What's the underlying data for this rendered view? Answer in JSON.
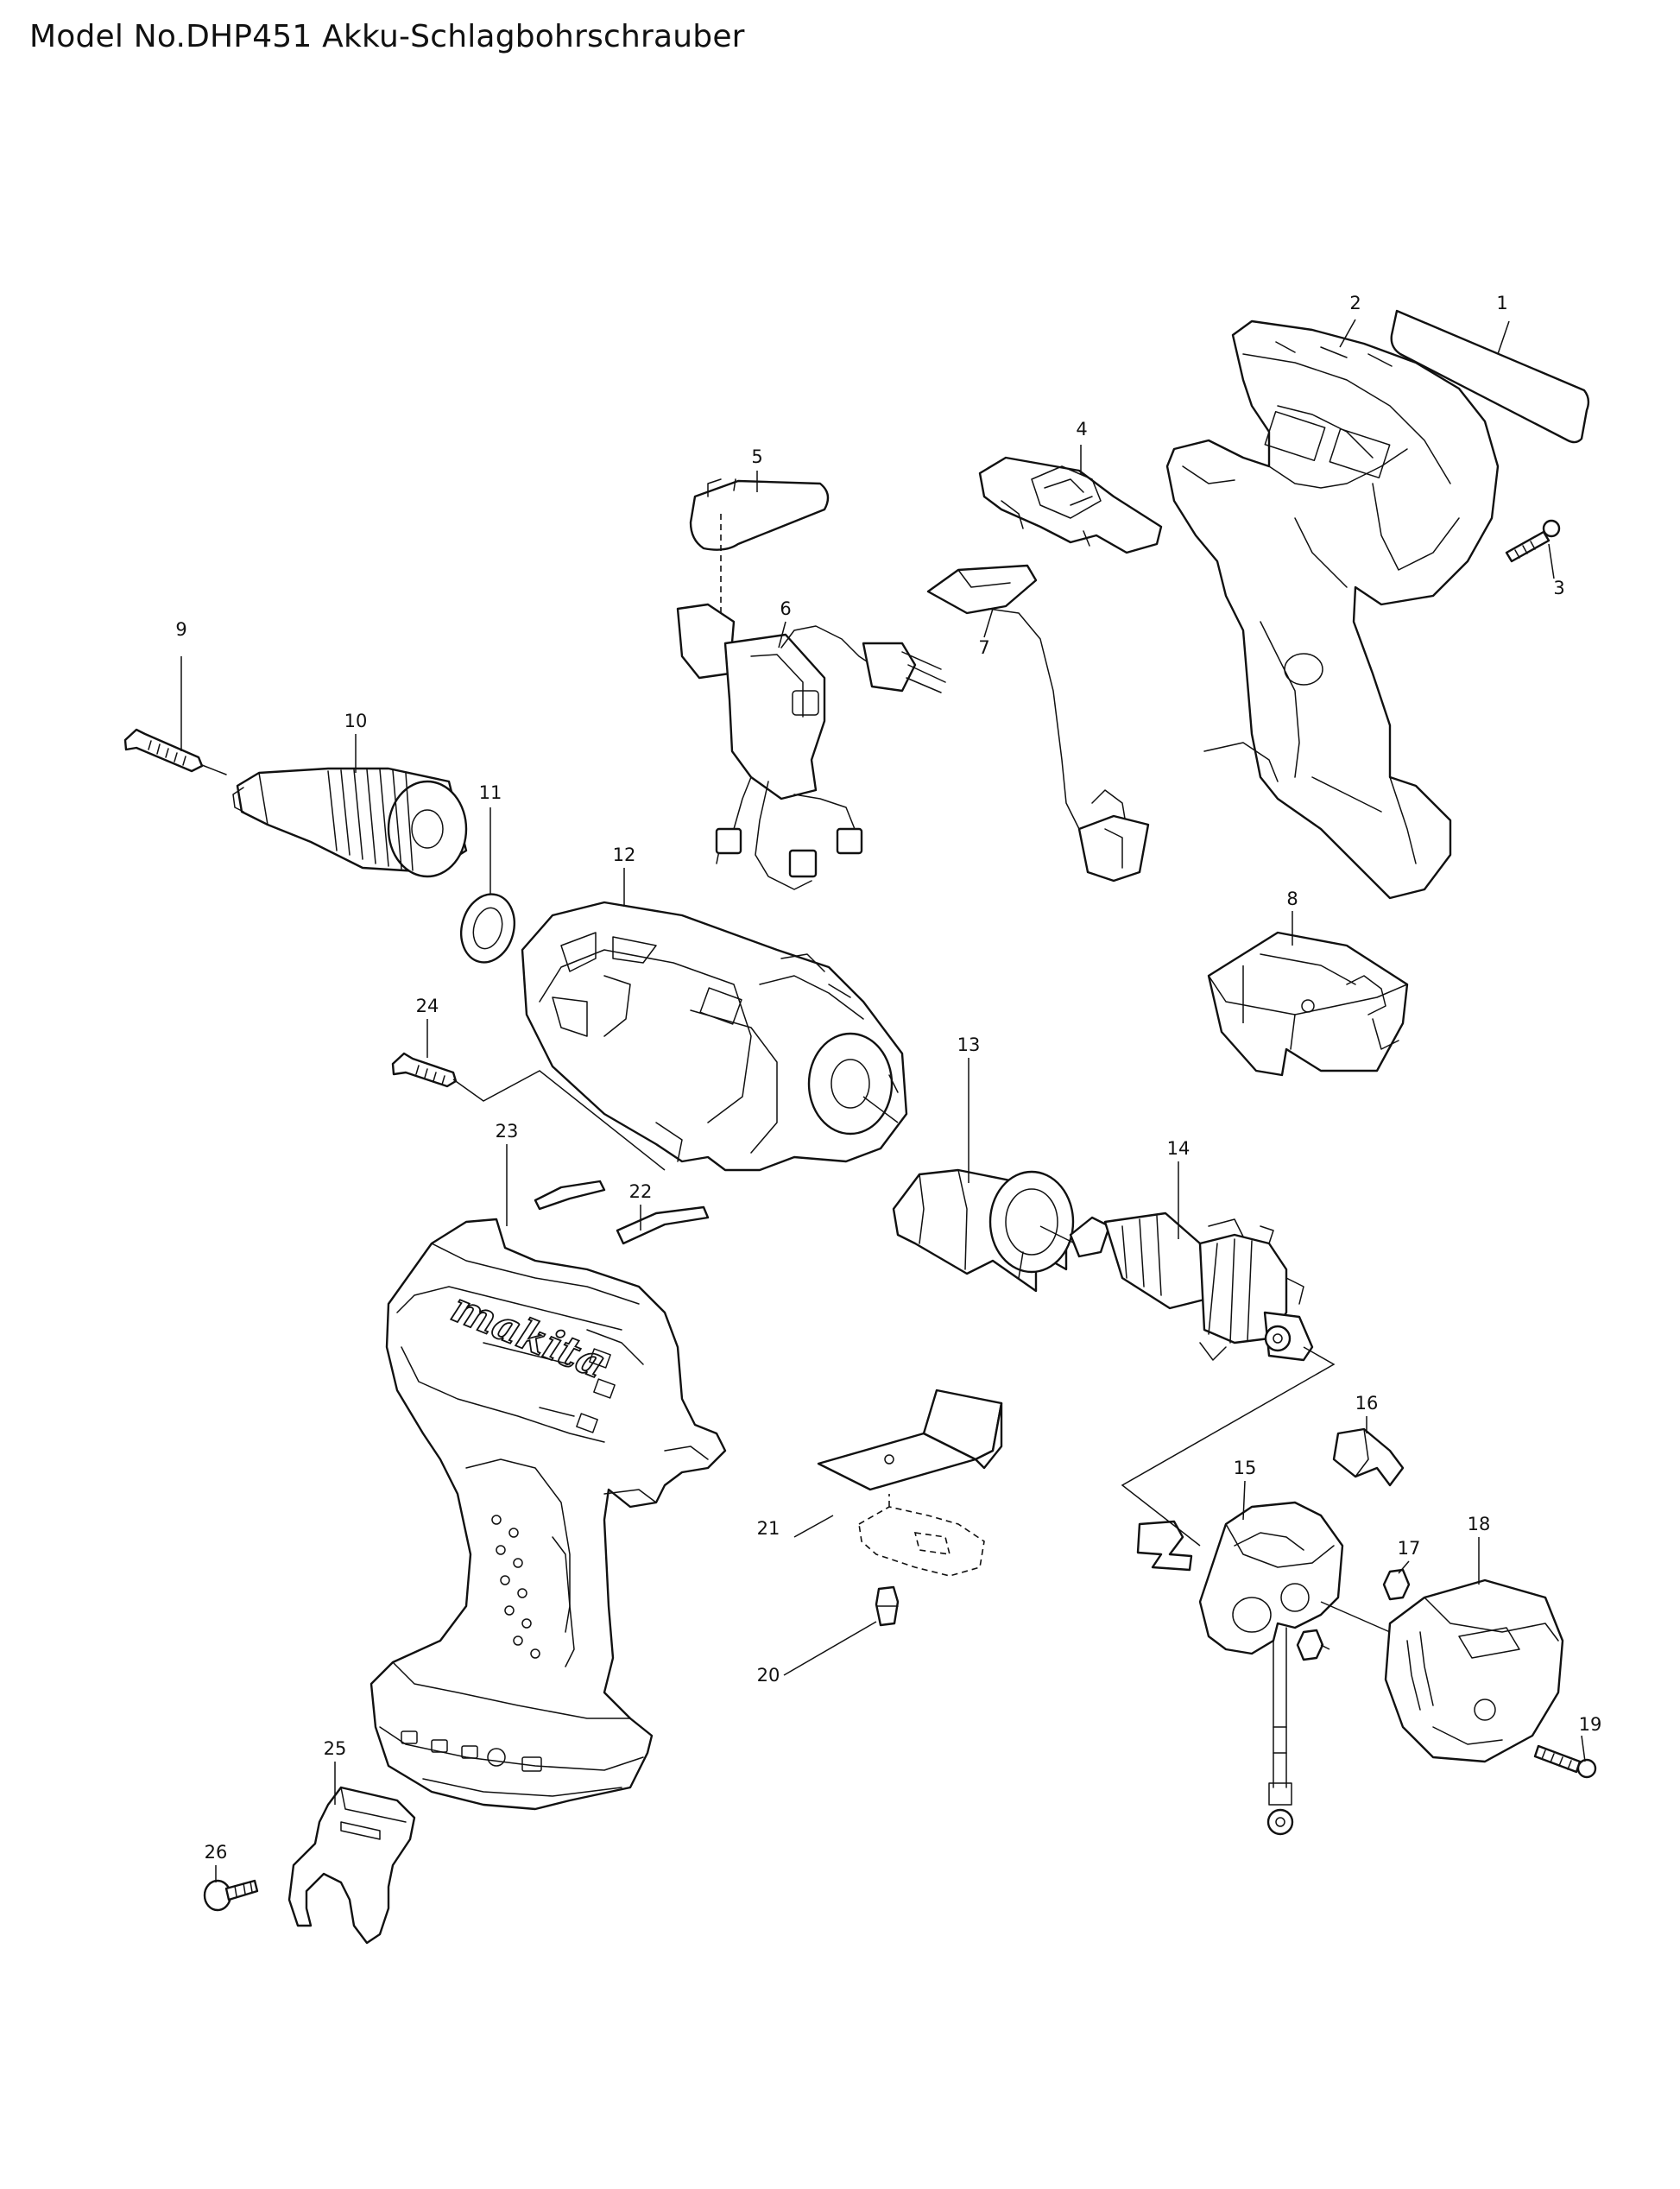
{
  "title": "Model No.DHP451 Akku-Schlagbohrschrauber",
  "brand_text": "makita",
  "callouts": [
    "1",
    "2",
    "3",
    "4",
    "5",
    "6",
    "7",
    "8",
    "9",
    "10",
    "11",
    "12",
    "13",
    "14",
    "15",
    "16",
    "17",
    "18",
    "19",
    "20",
    "21",
    "22",
    "23",
    "24",
    "25",
    "26"
  ]
}
